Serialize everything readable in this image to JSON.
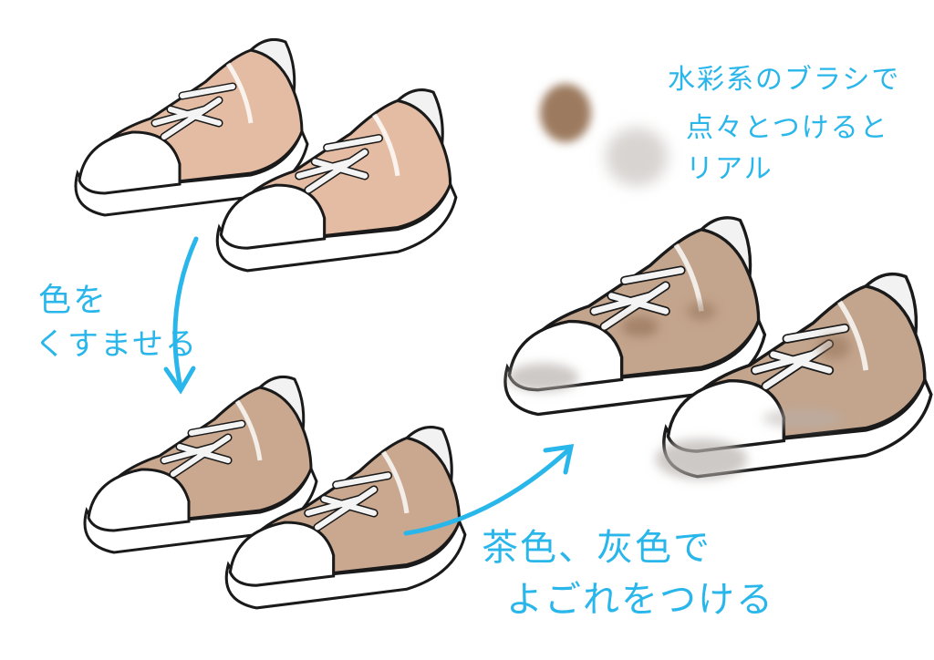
{
  "colors": {
    "annotation": "#29b6ea",
    "shoe_original": "#e3bca3",
    "shoe_dulled": "#c9a88f",
    "shoe_dirty": "#c3a48c",
    "dirt_brown": "#9c7a5e",
    "dirt_gray": "#d8d4d2",
    "outline": "#1a1a1a"
  },
  "annotations": {
    "step1_line1": "色を",
    "step1_line2": "くすませる",
    "step2_line1": "茶色、灰色で",
    "step2_line2": "よごれをつける",
    "tip_line1": "水彩系のブラシで",
    "tip_line2": "点々とつけると",
    "tip_line3": "リアル"
  },
  "illustrations": [
    {
      "name": "original-sneakers",
      "icon": "sneaker-pair"
    },
    {
      "name": "dulled-sneakers",
      "icon": "sneaker-pair"
    },
    {
      "name": "dirty-sneakers",
      "icon": "sneaker-pair"
    }
  ],
  "swatches": [
    {
      "name": "brown-brush-swatch"
    },
    {
      "name": "gray-brush-swatch"
    }
  ]
}
